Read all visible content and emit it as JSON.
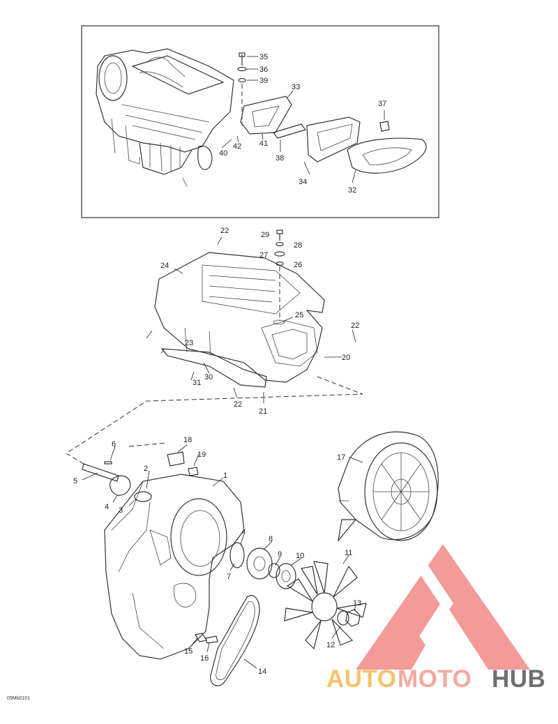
{
  "diagram": {
    "figure_code": "09Mb0101",
    "callouts": [
      "35",
      "36",
      "39",
      "33",
      "37",
      "40",
      "42",
      "41",
      "38",
      "34",
      "32",
      "22",
      "29",
      "28",
      "27",
      "26",
      "24",
      "25",
      "22",
      "23",
      "20",
      "31",
      "30",
      "22",
      "21",
      "6",
      "18",
      "19",
      "5",
      "2",
      "1",
      "4",
      "3",
      "17",
      "8",
      "4",
      "9",
      "10",
      "11",
      "7",
      "13",
      "12",
      "15",
      "16",
      "14"
    ]
  },
  "watermark": {
    "word_1": "AUTO",
    "word_2": "MOTO",
    "word_3": "HUB",
    "colors": {
      "auto": "#f4c36a",
      "moto": "#f2a9a1",
      "hub": "#6f6f6f",
      "logo": "#f28a88"
    }
  }
}
